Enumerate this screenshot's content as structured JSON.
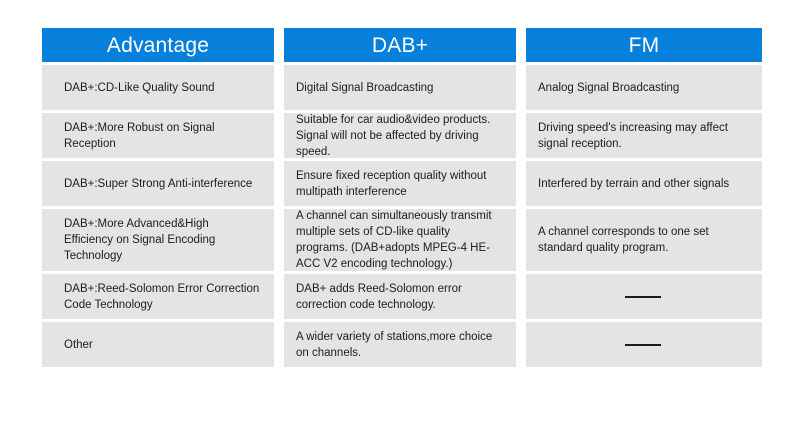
{
  "table": {
    "columns": [
      {
        "key": "advantage",
        "header": "Advantage",
        "cells": [
          "DAB+:CD-Like Quality Sound",
          "DAB+:More Robust on Signal Reception",
          "DAB+:Super Strong Anti-interference",
          "DAB+:More Advanced&High Efficiency on Signal Encoding Technology",
          "DAB+:Reed-Solomon Error Correction Code Technology",
          "Other"
        ]
      },
      {
        "key": "dabplus",
        "header": "DAB+",
        "cells": [
          "Digital Signal Broadcasting",
          "Suitable for car audio&video products. Signal will not be affected by driving speed.",
          "Ensure fixed reception quality without multipath interference",
          "A channel can simultaneously transmit multiple sets of CD-like quality programs. (DAB+adopts MPEG-4 HE-ACC V2 encoding technology.)",
          "DAB+ adds Reed-Solomon error correction code technology.",
          "A wider variety of stations,more choice on channels."
        ]
      },
      {
        "key": "fm",
        "header": "FM",
        "cells": [
          "Analog Signal Broadcasting",
          "Driving speed's increasing may affect signal reception.",
          "Interfered by terrain and other signals",
          "A channel corresponds to one set standard quality program.",
          "",
          ""
        ]
      }
    ]
  },
  "colors": {
    "header_blue": "#0680db",
    "cell_gray": "#e4e4e4",
    "text": "#1c1c1c",
    "page_background": "#ffffff"
  }
}
